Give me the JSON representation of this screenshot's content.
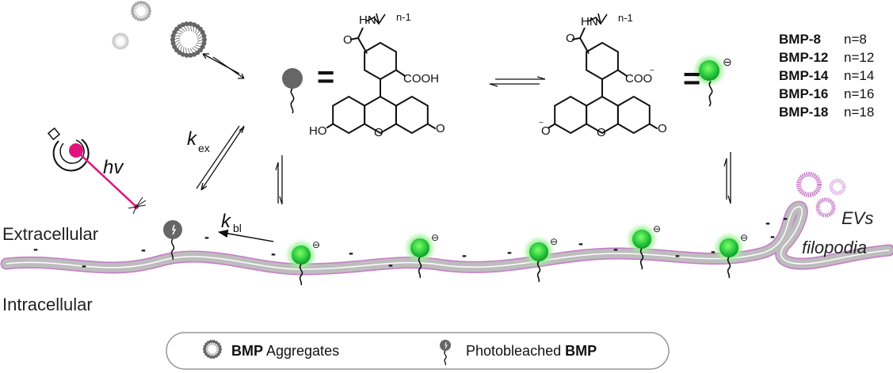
{
  "colors": {
    "probe_green": "#22c23a",
    "glow": "#9ef09a",
    "membrane_edge": "#c77ac9",
    "membrane_core": "#b8b8b8",
    "laser": "#e0137d",
    "dark_probe": "#666666"
  },
  "structure_neutral": {
    "amide_nh": "HN",
    "chain": "n-1",
    "carbonyl_o": "O",
    "acid": "COOH",
    "hydroxyl": "HO",
    "ring_o": "O",
    "keto_o": "O"
  },
  "structure_anion": {
    "amide_nh": "HN",
    "chain": "n-1",
    "carbonyl_o": "O",
    "acid": "COO",
    "acid_charge": "−",
    "phenoxide": "O",
    "phenoxide_charge": "−",
    "ring_o": "O",
    "keto_o": "O"
  },
  "equals": "=",
  "variants": [
    {
      "name": "BMP-8",
      "n": "n=8"
    },
    {
      "name": "BMP-12",
      "n": "n=12"
    },
    {
      "name": "BMP-14",
      "n": "n=14"
    },
    {
      "name": "BMP-16",
      "n": "n=16"
    },
    {
      "name": "BMP-18",
      "n": "n=18"
    }
  ],
  "rates": {
    "k": "k",
    "ex": "ex",
    "bl": "bl"
  },
  "light": "hv",
  "regions": {
    "extra": "Extracellular",
    "intra": "Intracellular"
  },
  "labels": {
    "evs": "EVs",
    "filopodia": "filopodia",
    "charge": "⊖",
    "minus": "-"
  },
  "legend": {
    "agg_bold": "BMP",
    "agg_text": " Aggregates",
    "pb_text": "Photobleached ",
    "pb_bold": "BMP"
  }
}
